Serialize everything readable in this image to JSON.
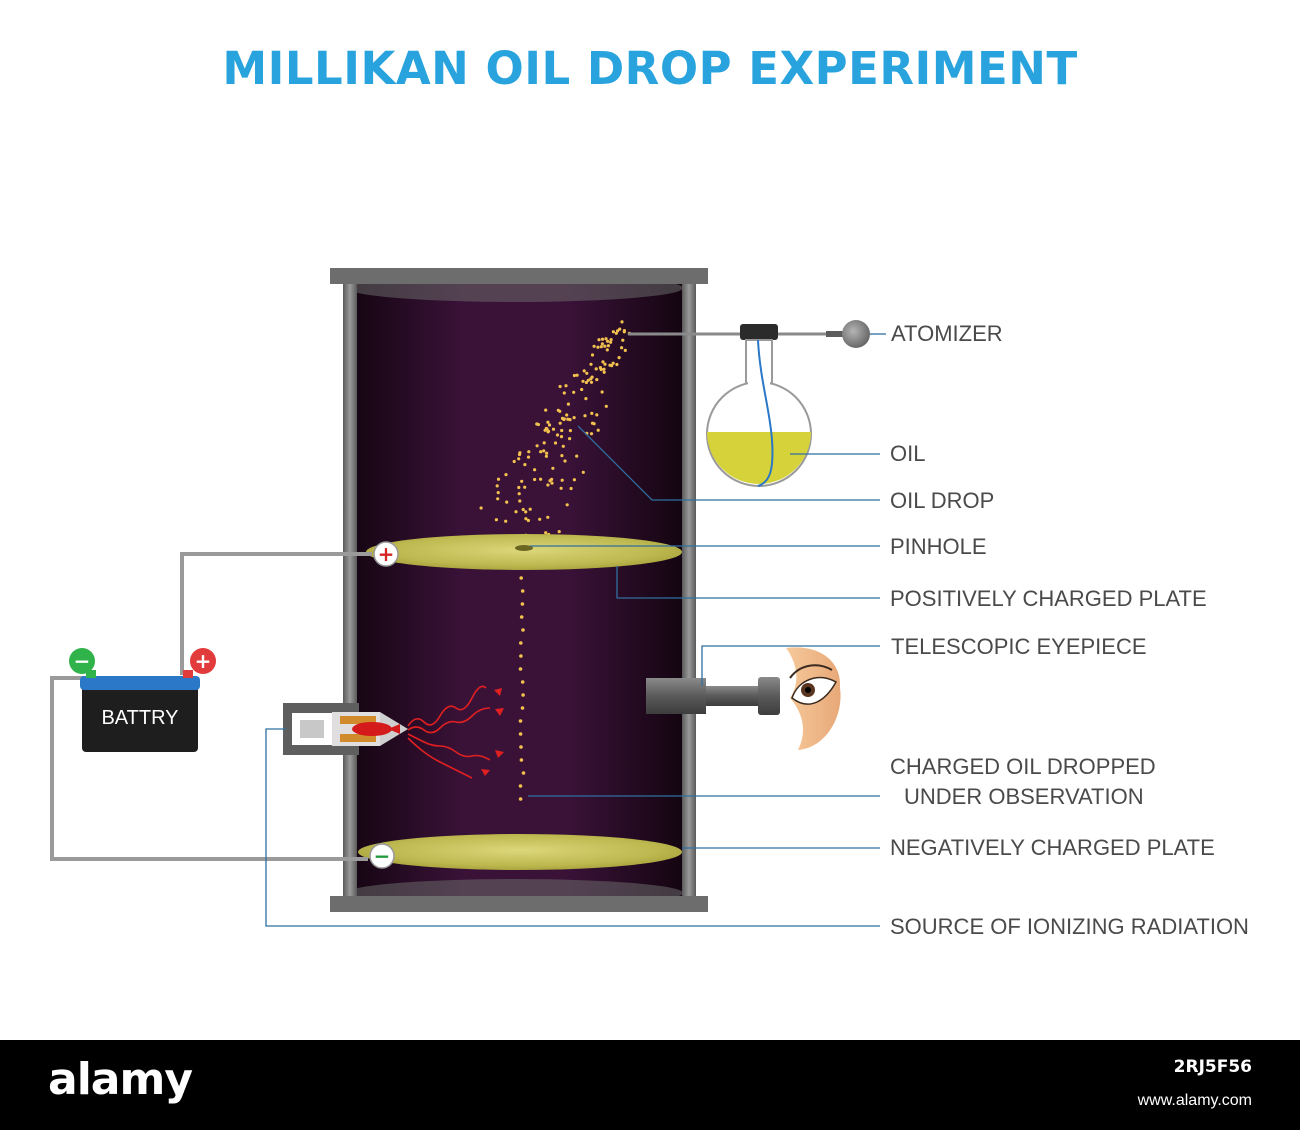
{
  "title": "MILLIKAN OIL DROP EXPERIMENT",
  "labels": {
    "atomizer": "ATOMIZER",
    "oil": "OIL",
    "oil_drop": "OIL DROP",
    "pinhole": "PINHOLE",
    "positive_plate": "POSITIVELY CHARGED PLATE",
    "eyepiece": "TELESCOPIC EYEPIECE",
    "charged_oil_line1": "CHARGED OIL DROPPED",
    "charged_oil_line2": "UNDER OBSERVATION",
    "negative_plate": "NEGATIVELY CHARGED PLATE",
    "radiation_source": "SOURCE OF IONIZING RADIATION",
    "battery": "BATTRY",
    "plus_sign": "+",
    "minus_sign": "−"
  },
  "watermark": {
    "logo": "alamy",
    "image_id": "2RJ5F56",
    "url": "www.alamy.com"
  },
  "colors": {
    "title": "#29a3dd",
    "chamber": "#2a0a2a",
    "frame": "#6d6d6d",
    "plate": "#c9c466",
    "oil": "#d6d23a",
    "leader_line": "#2f6fa0",
    "droplet": "#f2c14e",
    "radiation": "#e02020",
    "battery_body": "#1e1e1e",
    "battery_top": "#2a78c7",
    "positive_terminal": "#e23b3b",
    "negative_terminal": "#2fb34a"
  },
  "icons": [
    "atomizer-bulb",
    "flask",
    "battery",
    "eye",
    "eyepiece-tube",
    "radiation-source"
  ]
}
